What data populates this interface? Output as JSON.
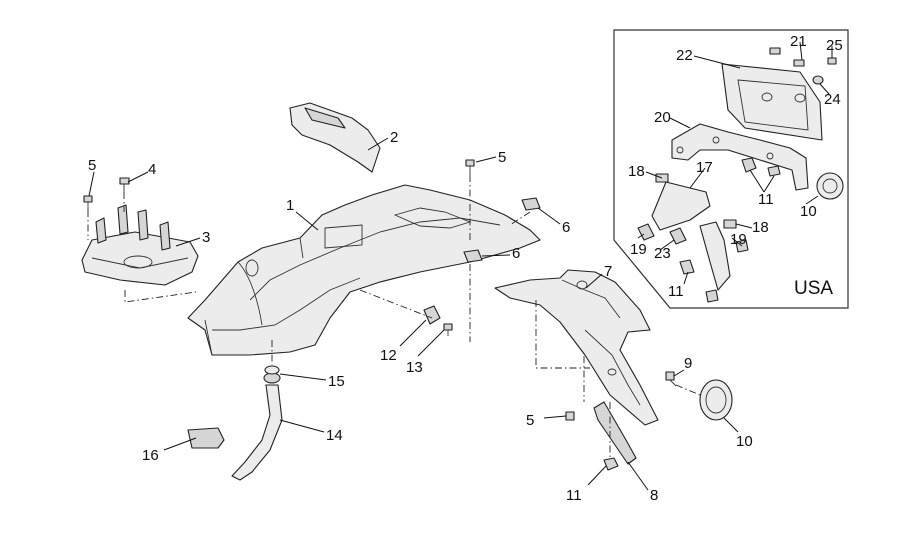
{
  "inset": {
    "region_label": "USA"
  },
  "callouts": {
    "c1": "1",
    "c2": "2",
    "c3": "3",
    "c4": "4",
    "c5a": "5",
    "c5b": "5",
    "c5c": "5",
    "c6a": "6",
    "c6b": "6",
    "c7": "7",
    "c8": "8",
    "c9": "9",
    "c10a": "10",
    "c10b": "10",
    "c11a": "11",
    "c11b": "11",
    "c11c": "11",
    "c12": "12",
    "c13": "13",
    "c14": "14",
    "c15": "15",
    "c16": "16",
    "c17": "17",
    "c18a": "18",
    "c18b": "18",
    "c19a": "19",
    "c19b": "19",
    "c20": "20",
    "c21": "21",
    "c22": "22",
    "c23": "23",
    "c24": "24",
    "c25": "25"
  }
}
